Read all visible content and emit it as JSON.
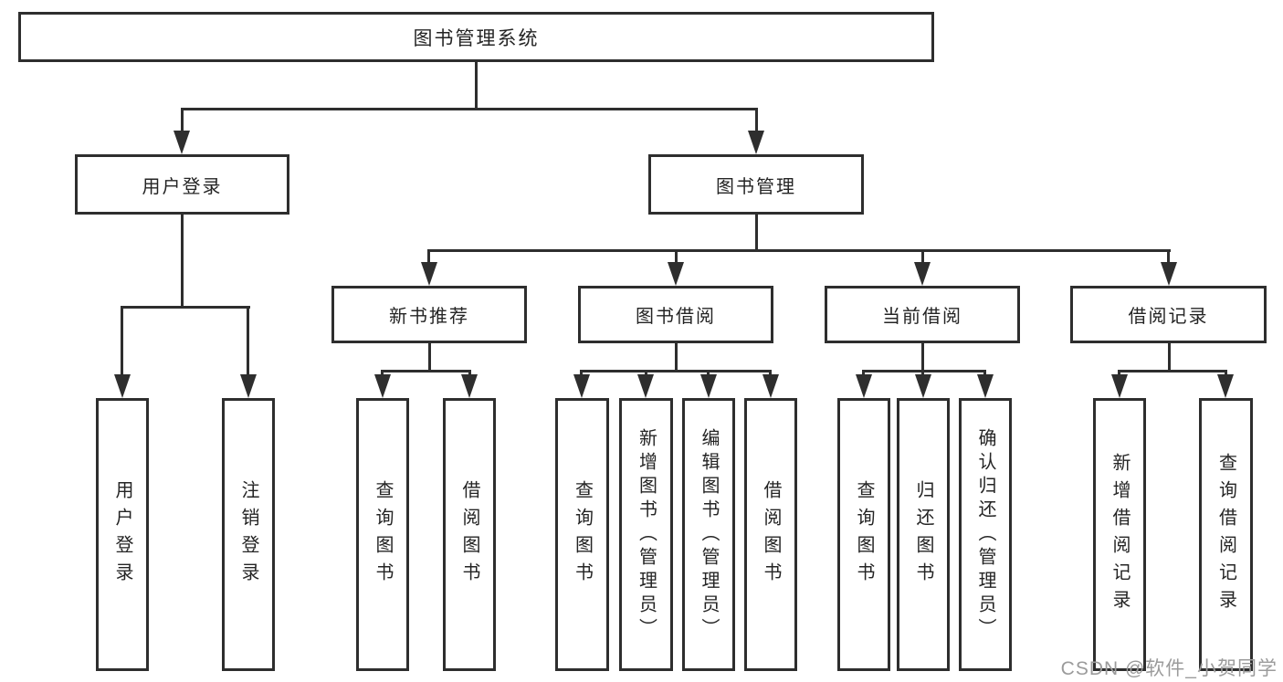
{
  "colors": {
    "line": "#2e2e2e",
    "box_border": "#2e2e2e",
    "box_fill": "#ffffff",
    "text": "#242424",
    "watermark": "#9b9b9b"
  },
  "watermark": "CSDN @软件_小贺同学",
  "nodes": {
    "root": "图书管理系统",
    "user_login_branch": "用户登录",
    "book_management": "图书管理",
    "user_login": "用户登录",
    "logout": "注销登录",
    "new_book_recommend": "新书推荐",
    "book_borrowing": "图书借阅",
    "current_borrowing": "当前借阅",
    "borrowing_records": "借阅记录",
    "nbr_query_book": "查询图书",
    "nbr_borrow_book": "借阅图书",
    "bb_query_book": "查询图书",
    "bb_add_book_admin": "新增图书（管理员）",
    "bb_edit_book_admin": "编辑图书（管理员）",
    "bb_borrow_book": "借阅图书",
    "cb_query_book": "查询图书",
    "cb_return_book": "归还图书",
    "cb_confirm_return_admin": "确认归还（管理员）",
    "br_add_record": "新增借阅记录",
    "br_query_record": "查询借阅记录"
  },
  "hierarchy": {
    "图书管理系统": {
      "用户登录": [
        "用户登录",
        "注销登录"
      ],
      "图书管理": {
        "新书推荐": [
          "查询图书",
          "借阅图书"
        ],
        "图书借阅": [
          "查询图书",
          "新增图书（管理员）",
          "编辑图书（管理员）",
          "借阅图书"
        ],
        "当前借阅": [
          "查询图书",
          "归还图书",
          "确认归还（管理员）"
        ],
        "借阅记录": [
          "新增借阅记录",
          "查询借阅记录"
        ]
      }
    }
  }
}
